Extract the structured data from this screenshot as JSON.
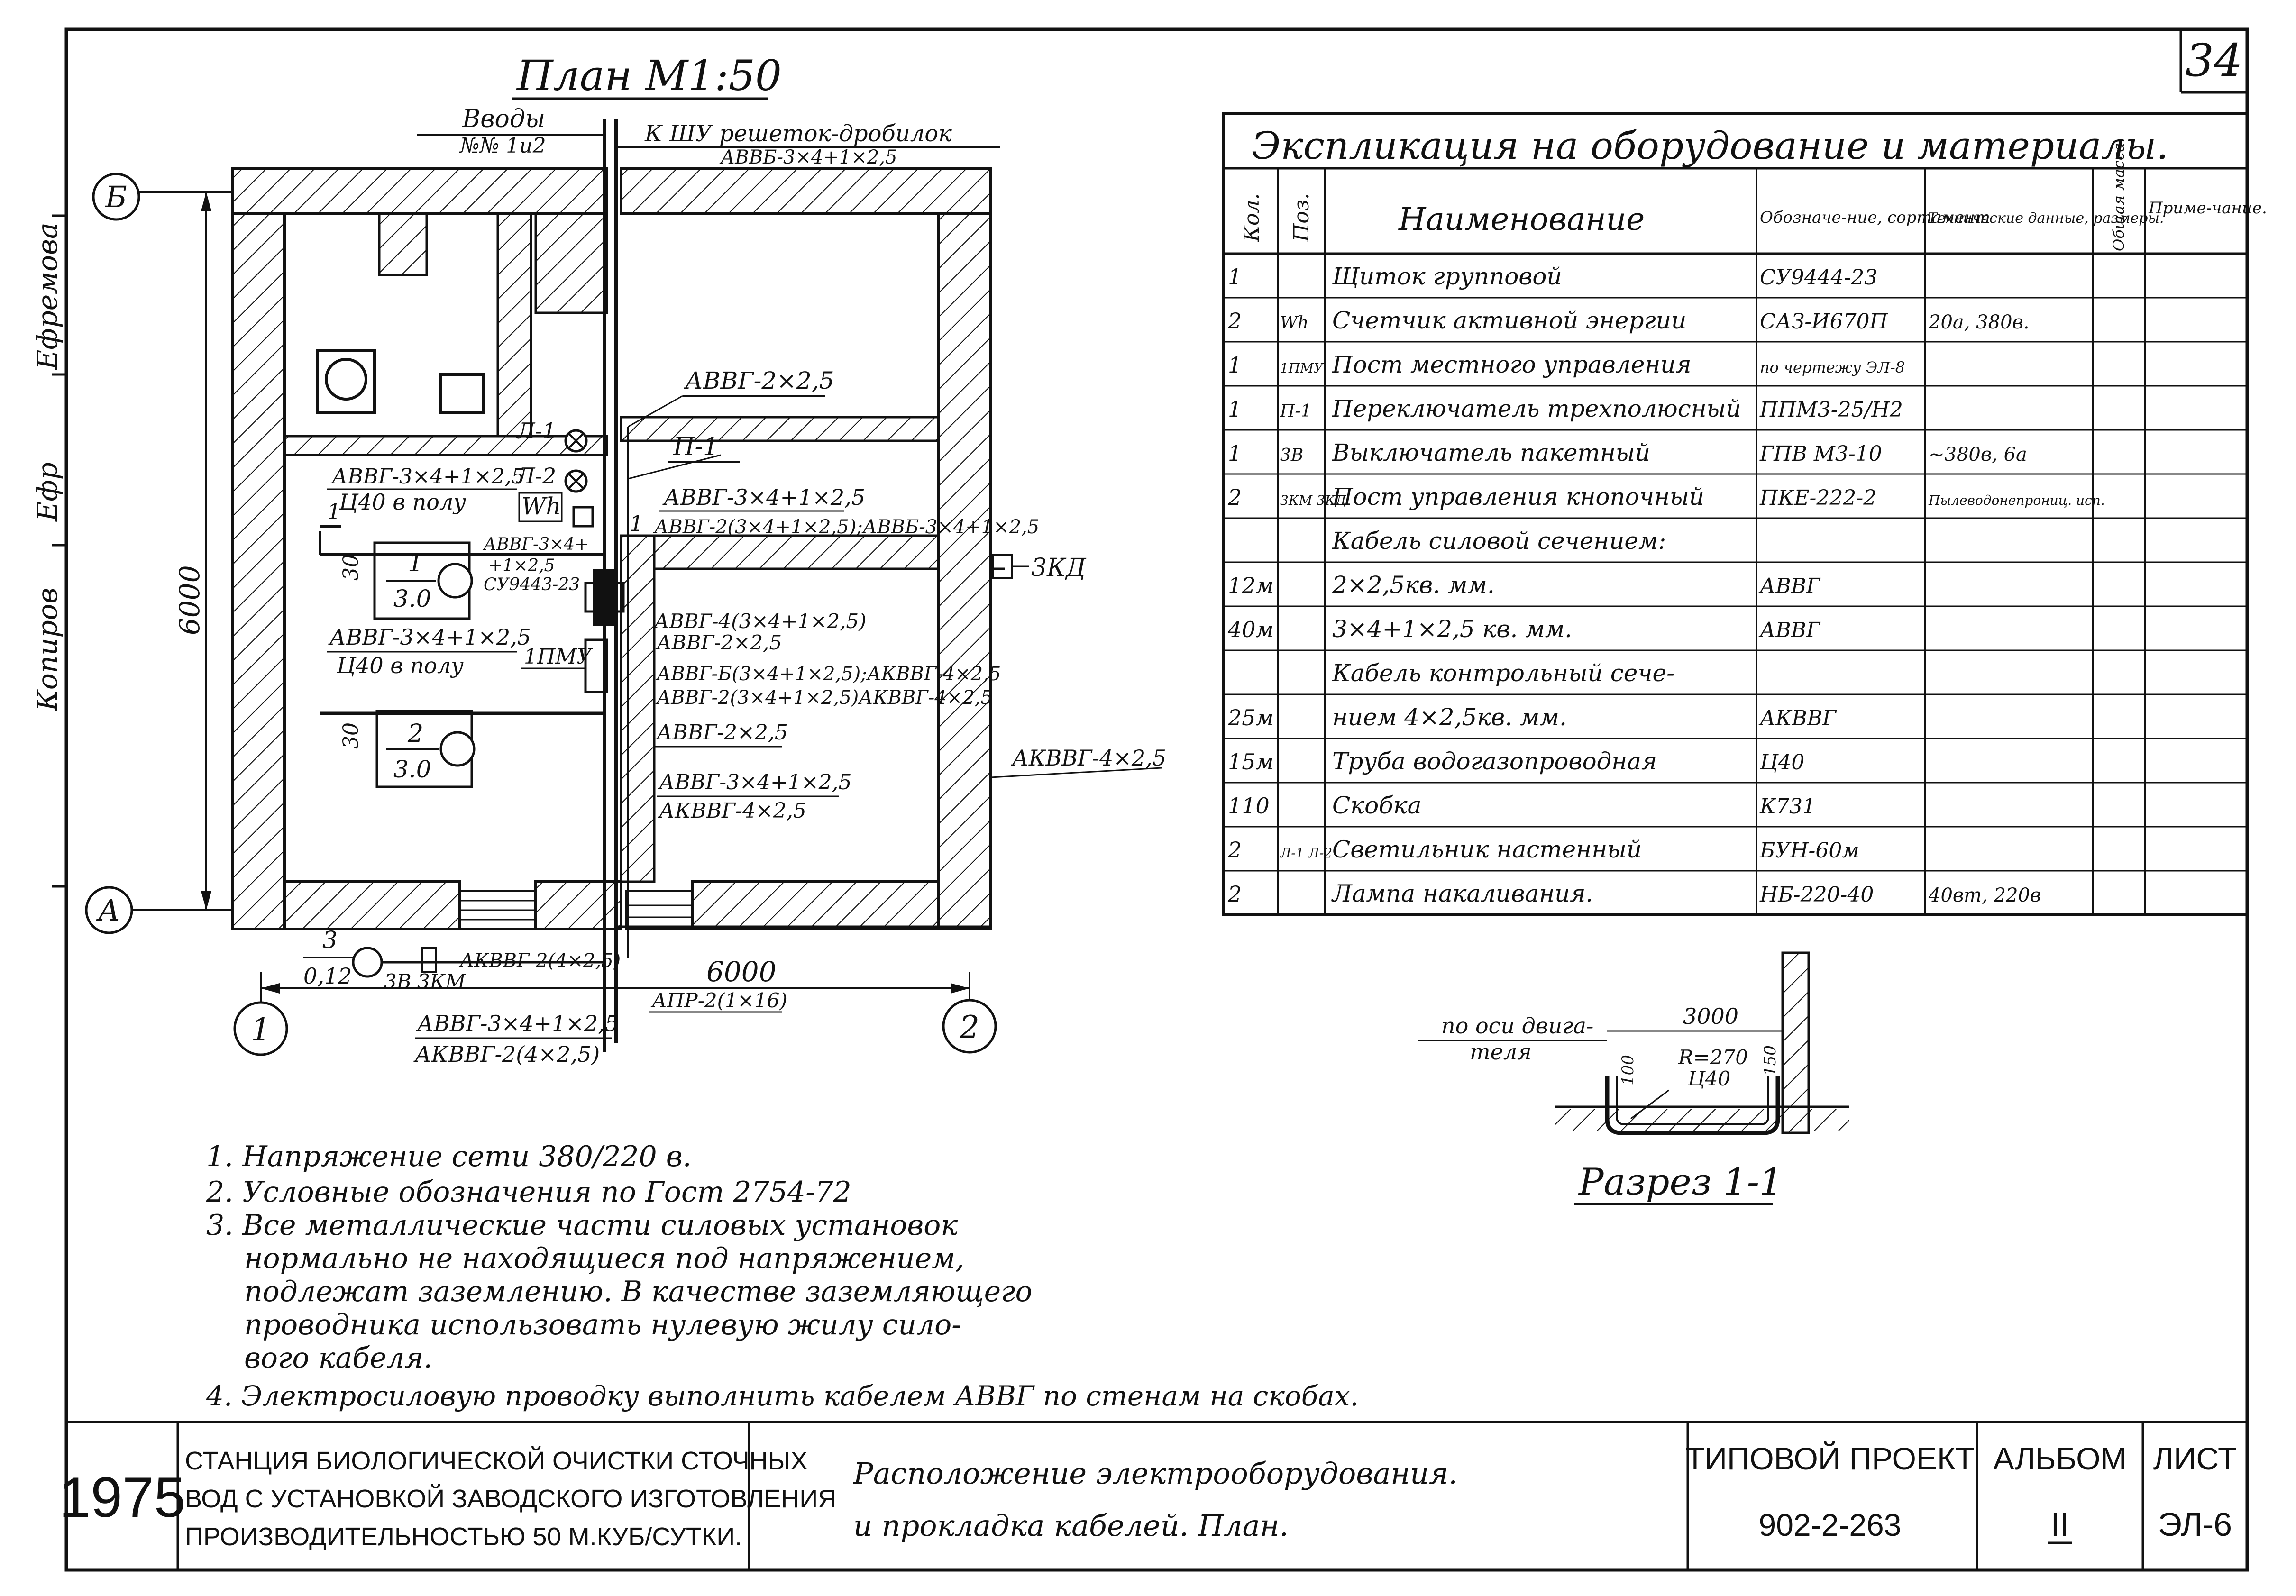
{
  "sheet_number": "34",
  "plan": {
    "title": "План М1:50",
    "inputs_label": "Вводы",
    "inputs_numbers": "№№ 1и2",
    "to_shu_label": "К ШУ решеток-дробилок",
    "to_shu_cable": "АВВБ-3×4+1×2,5",
    "axis_b": "Б",
    "axis_a": "А",
    "axis_1": "1",
    "axis_2": "2",
    "dim_vertical": "6000",
    "dim_horizontal": "6000",
    "dim_30_top": "30",
    "dim_30_bottom": "30",
    "label_l1": "Л-1",
    "label_l2": "Л-2",
    "label_wh": "Wh",
    "label_p1": "П-1",
    "label_3kd": "3КД",
    "label_1pmu": "1ПМУ",
    "label_3v": "3В",
    "label_3km": "3КМ",
    "label_1_marker": "1",
    "label_1_marker_bottom": "1",
    "motor1_num": "1",
    "motor1_power": "3.0",
    "motor2_num": "2",
    "motor2_power": "3.0",
    "motor3_num": "3",
    "motor3_power": "0,12",
    "cable_avvg_2x25_top": "АВВГ-2×2,5",
    "cable_left1_a": "АВВГ-3×4+1×2,5",
    "cable_left1_b": "Ц40 в полу",
    "cable_right1": "АВВГ-3×4+1×2,5",
    "cable_right2": "АВВГ-2(3×4+1×2,5);АВВБ-3×4+1×2,5",
    "cable_box_a": "АВВГ-3×4+",
    "cable_box_b": "+1×2,5",
    "cable_box_c": "СУ9443-23",
    "cable_left2_a": "АВВГ-3×4+1×2,5",
    "cable_left2_b": "Ц40 в полу",
    "cable_mid1": "АВВГ-4(3×4+1×2,5)",
    "cable_mid2": "АВВГ-2×2,5",
    "cable_mid3": "АВВГ-Б(3×4+1×2,5);АКВВГ-4×2,5",
    "cable_mid4": "АВВГ-2(3×4+1×2,5)АКВВГ-4×2,5",
    "cable_mid5": "АВВГ-2×2,5",
    "cable_mid6": "АВВГ-3×4+1×2,5",
    "cable_mid7": "АКВВГ-4×2,5",
    "cable_right_far": "АКВВГ-4×2,5",
    "cable_bottom1": "АКВВГ-2(4×2,5)",
    "cable_bottom2": "АПР-2(1×16)",
    "cable_bottom3": "АВВГ-3×4+1×2,5",
    "cable_bottom4": "АКВВГ-2(4×2,5)"
  },
  "explication": {
    "title": "Экспликация на оборудование и материалы.",
    "headers": {
      "qty": "Кол.",
      "pos": "Поз.",
      "name": "Наименование",
      "designation": "Обозначе-ние, сортамент",
      "tech": "Технические данные, размеры.",
      "mass": "Общая масса.",
      "note": "Приме-чание."
    },
    "rows": [
      {
        "qty": "1",
        "pos": "",
        "name": "Щиток групповой",
        "designation": "СУ9444-23",
        "tech": ""
      },
      {
        "qty": "2",
        "pos": "Wh",
        "name": "Счетчик активной энергии",
        "designation": "САЗ-И670П",
        "tech": "20а, 380в."
      },
      {
        "qty": "1",
        "pos": "1ПМУ",
        "name": "Пост местного управления",
        "designation": "по чертежу ЭЛ-8",
        "tech": ""
      },
      {
        "qty": "1",
        "pos": "П-1",
        "name": "Переключатель трехполюсный",
        "designation": "ППМ3-25/Н2",
        "tech": ""
      },
      {
        "qty": "1",
        "pos": "3В",
        "name": "Выключатель пакетный",
        "designation": "ГПВ М3-10",
        "tech": "~380в, 6а"
      },
      {
        "qty": "2",
        "pos": "3КМ 3КД",
        "name": "Пост управления кнопочный",
        "designation": "ПКЕ-222-2",
        "tech": "Пылеводонепрониц. исп."
      },
      {
        "qty": "",
        "pos": "",
        "name": "Кабель силовой сечением:",
        "designation": "",
        "tech": ""
      },
      {
        "qty": "12м",
        "pos": "",
        "name": "2×2,5кв. мм.",
        "designation": "АВВГ",
        "tech": ""
      },
      {
        "qty": "40м",
        "pos": "",
        "name": "3×4+1×2,5 кв. мм.",
        "designation": "АВВГ",
        "tech": ""
      },
      {
        "qty": "",
        "pos": "",
        "name": "Кабель контрольный сече-",
        "designation": "",
        "tech": ""
      },
      {
        "qty": "25м",
        "pos": "",
        "name": "нием 4×2,5кв. мм.",
        "designation": "АКВВГ",
        "tech": ""
      },
      {
        "qty": "15м",
        "pos": "",
        "name": "Труба водогазопроводная",
        "designation": "Ц40",
        "tech": ""
      },
      {
        "qty": "110",
        "pos": "",
        "name": "Скобка",
        "designation": "К731",
        "tech": ""
      },
      {
        "qty": "2",
        "pos": "Л-1 Л-2",
        "name": "Светильник настенный",
        "designation": "БУН-60м",
        "tech": ""
      },
      {
        "qty": "2",
        "pos": "",
        "name": "Лампа накаливания.",
        "designation": "НБ-220-40",
        "tech": "40вт, 220в"
      }
    ]
  },
  "section": {
    "title": "Разрез 1-1",
    "axis_note_a": "по оси двига-",
    "axis_note_b": "теля",
    "dim_3000": "3000",
    "dim_100": "100",
    "dim_150": "150",
    "radius": "R=270",
    "pipe": "Ц40"
  },
  "notes": [
    "1. Напряжение сети 380/220 в.",
    "2. Условные обозначения по Гост 2754-72",
    "3. Все металлические части силовых установок",
    "нормально не находящиеся под напряжением,",
    "подлежат заземлению. В качестве заземляющего",
    "проводника использовать нулевую жилу сило-",
    "вого кабеля.",
    "4. Электросиловую проводку выполнить кабелем АВВГ по стенам на скобах."
  ],
  "side_stamp": {
    "name1": "Ефремова",
    "initials": "Ефр",
    "copied": "Копиров"
  },
  "title_block": {
    "year": "1975",
    "project_line1": "СТАНЦИЯ БИОЛОГИЧЕСКОЙ ОЧИСТКИ СТОЧНЫХ",
    "project_line2": "ВОД С УСТАНОВКОЙ ЗАВОДСКОГО ИЗГОТОВЛЕНИЯ",
    "project_line3": "ПРОИЗВОДИТЕЛЬНОСТЬЮ 50 М.КУБ/СУТКИ.",
    "drawing_line1": "Расположение электрооборудования.",
    "drawing_line2": "и прокладка кабелей. План.",
    "typical_label": "ТИПОВОЙ ПРОЕКТ",
    "typical_value": "902-2-263",
    "album_label": "АЛЬБОМ",
    "album_value": "II",
    "sheet_label": "ЛИСТ",
    "sheet_value": "ЭЛ-6"
  }
}
